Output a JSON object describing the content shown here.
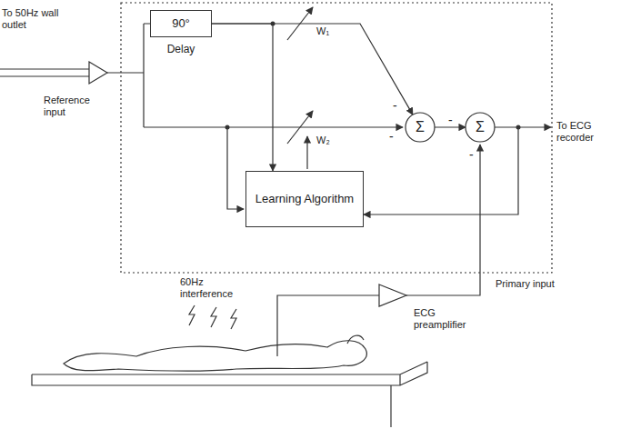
{
  "diagram": {
    "nodes": [
      {
        "text": [
          "90°",
          "Delay"
        ]
      },
      {
        "text": [
          "Σ"
        ]
      },
      {
        "text": [
          "Σ"
        ]
      },
      {
        "text": [
          "Learning Algorithm"
        ]
      }
    ],
    "edges": [
      {
        "from": 0,
        "to": 1,
        "arrow": "to"
      },
      {
        "from": 1,
        "to": 2,
        "arrow": "to"
      },
      {
        "from": 2,
        "to": 3,
        "arrow": "to"
      },
      {
        "from": 0,
        "to": 3,
        "arrow": "to"
      }
    ],
    "labels": [
      "To 50Hz wall outlet",
      "Reference input",
      "W₁",
      "W₂",
      "-",
      "-",
      "-",
      "-",
      "To ECG recorder",
      "60Hz interference",
      "Primary input",
      "ECG preamplifier"
    ]
  }
}
